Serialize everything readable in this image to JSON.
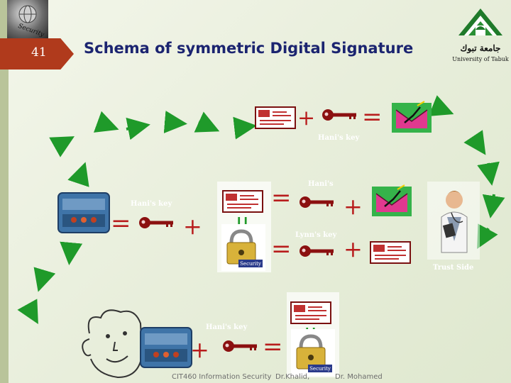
{
  "slide": {
    "number": "41",
    "title": "Schema of symmetric Digital Signature",
    "logo_right_text": [
      "جامعة تبوك",
      "University of Tabuk"
    ],
    "logo_left_text": "Security"
  },
  "labels": {
    "key_top": "Hani's key",
    "hani_key_left": "Hani's key",
    "hani_key_bottom": "Hani's key",
    "mid_top": "Hani's",
    "mid_key": "Lynn's key",
    "trust_side": "Trust Side"
  },
  "footer": {
    "course": "CIT460 Information Security",
    "author_a": "Dr.Khalid,",
    "author_b": "Dr. Mohamed"
  },
  "icons": {
    "envelope": "envelope-icon",
    "key": "key-icon",
    "signed_mail": "signed-mail-icon",
    "lock": "security-lock-icon",
    "server": "server-box-icon",
    "doctor": "trust-person-icon",
    "sketch_face": "sketch-face-icon"
  },
  "colors": {
    "arrow": "#1f9a2a",
    "operator": "#b81c1c",
    "key": "#8b1010",
    "title": "#1b2470",
    "tab": "#b03a1c"
  }
}
